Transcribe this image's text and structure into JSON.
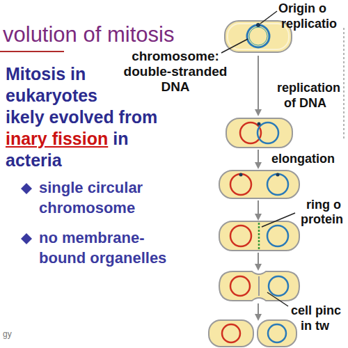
{
  "diagram": {
    "title": "volution of mitosis",
    "labels": [
      "Mitosis in",
      "eukaryotes",
      "ikely evolved from",
      "inary fission",
      "in",
      "acteria",
      "single circular",
      "chromosome",
      "no membrane-",
      "bound organelles",
      "gy",
      "Origin o",
      "replicatio",
      "chromosome:",
      "double-stranded",
      "DNA",
      "replication",
      "of DNA",
      "elongation",
      "ring o",
      "protein",
      "cell pinc",
      "in tw"
    ]
  }
}
